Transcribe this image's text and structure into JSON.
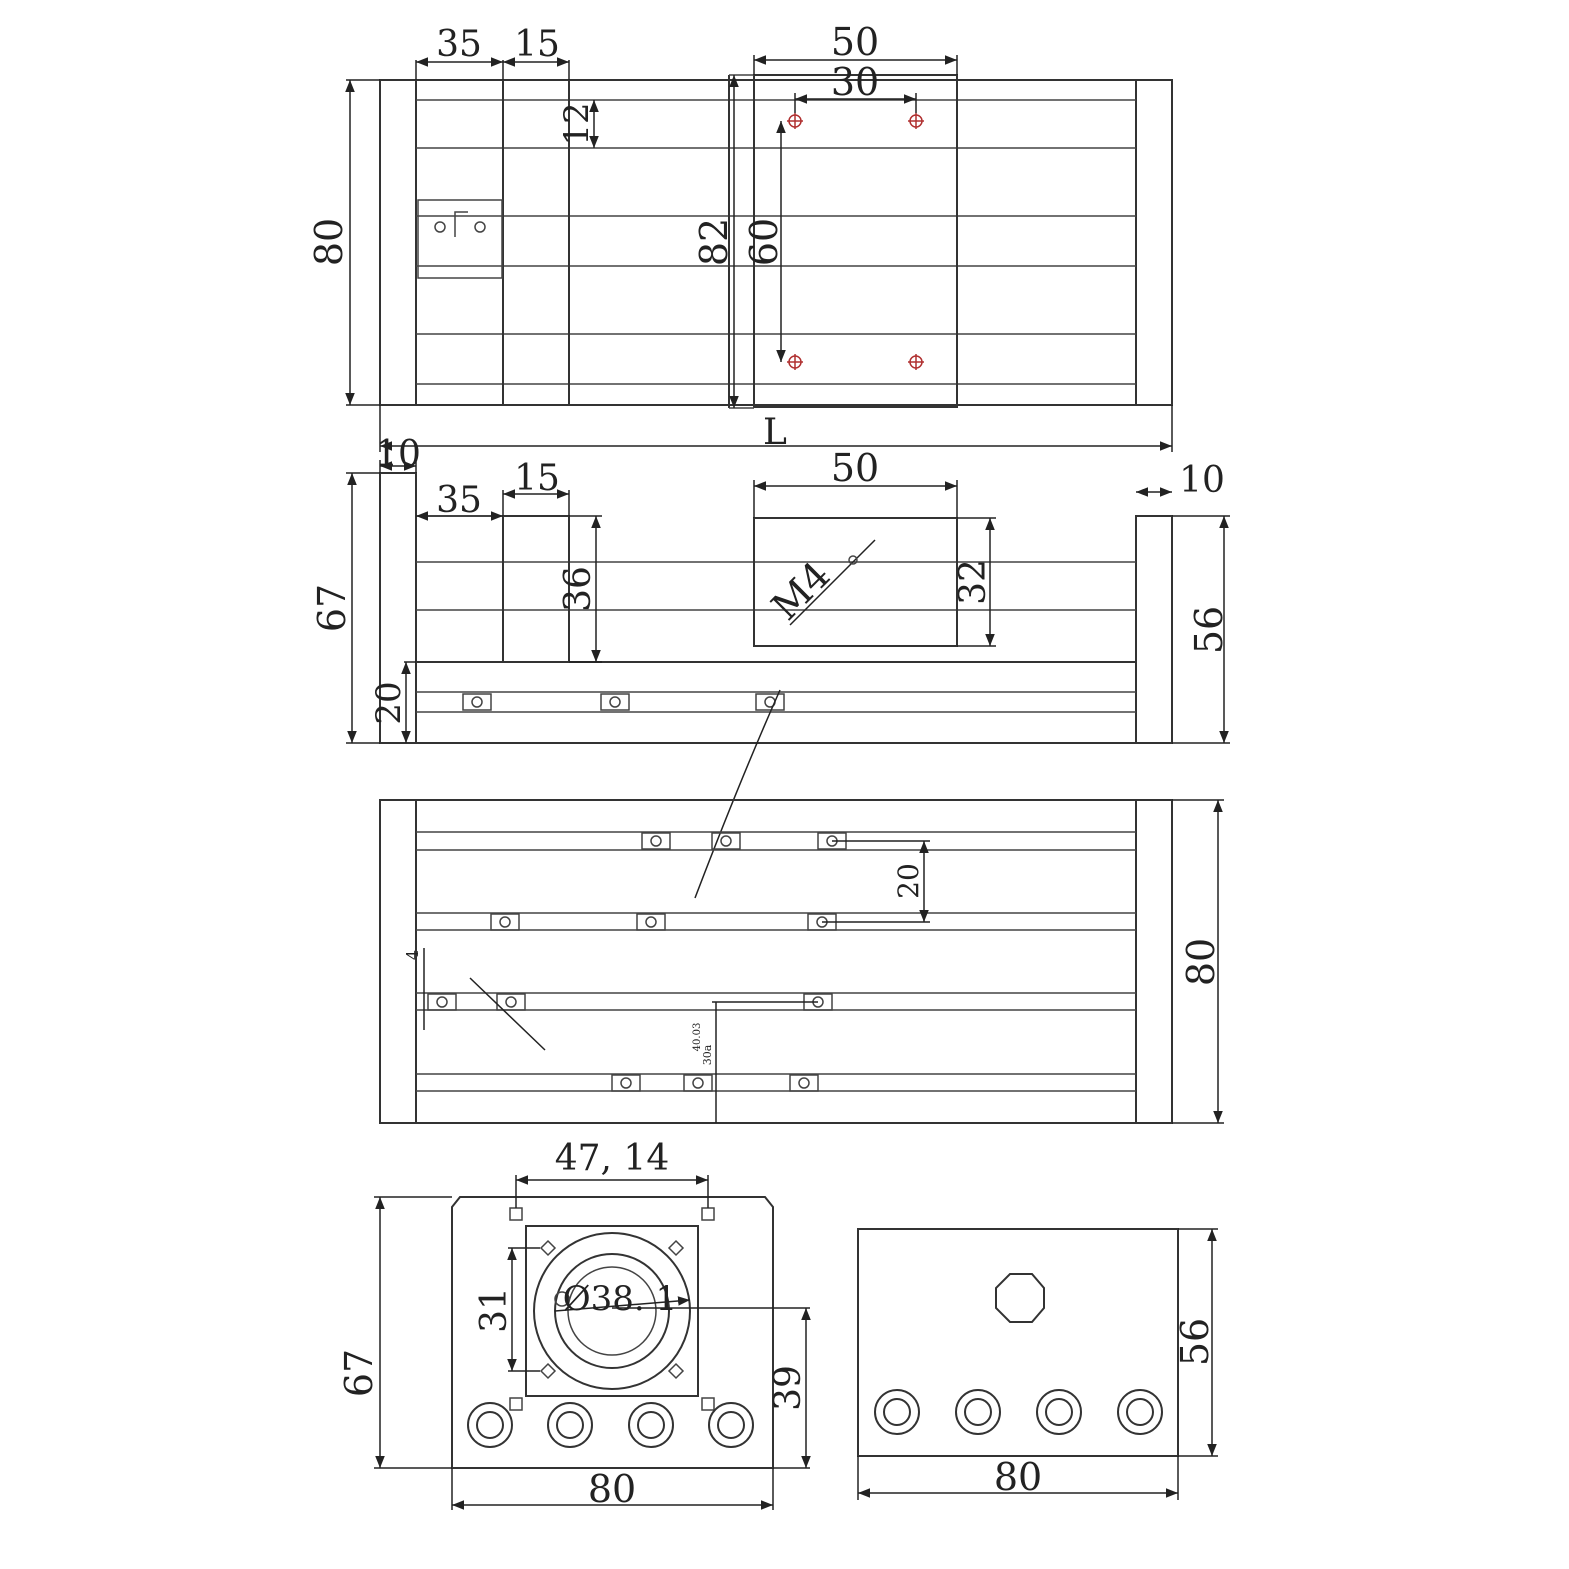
{
  "colors": {
    "line": "#333333",
    "hole_marker": "#b03030",
    "background": "#ffffff"
  },
  "views": {
    "top": {
      "width_left_block": "35",
      "width_gap": "15",
      "carriage_width": "50",
      "hole_spacing_x": "30",
      "height": "80",
      "offset_12": "12",
      "carriage_length": "82",
      "hole_spacing_y": "60",
      "length_label": "L"
    },
    "front": {
      "end_plate_left": "10",
      "width_left_block": "35",
      "width_gap": "15",
      "carriage_width": "50",
      "end_plate_right": "10",
      "total_height": "67",
      "block_height": "36",
      "thread_label": "M4",
      "carriage_height": "32",
      "rail_height": "56",
      "base_height": "20"
    },
    "bottom": {
      "slot_pitch": "20",
      "depth_4": "4",
      "height": "80",
      "tiny_dim": "40.03",
      "tiny_dim_2": "30a"
    },
    "end_motor": {
      "hole_pitch": "47, 14",
      "bore": "Ø38. 1",
      "mount_height": "31",
      "total_height": "67",
      "center_height": "39",
      "width": "80"
    },
    "end_plain": {
      "height": "56",
      "width": "80"
    }
  }
}
